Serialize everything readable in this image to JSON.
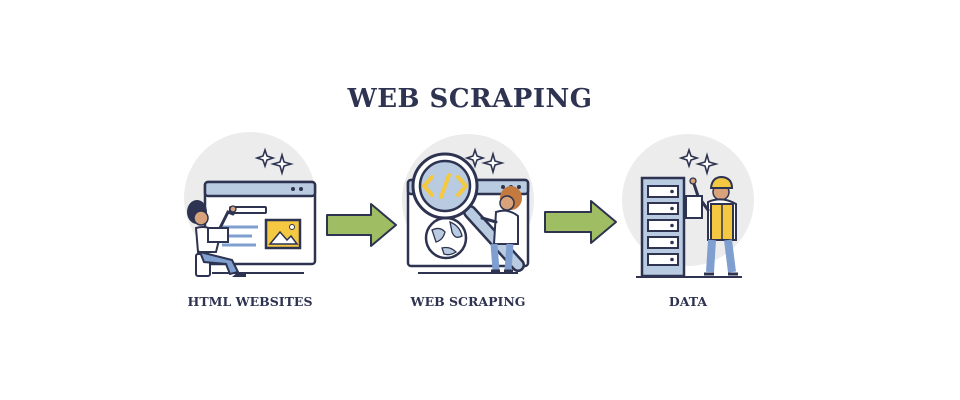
{
  "title": "WEB SCRAPING",
  "steps": [
    {
      "label": "HTML WEBSITES",
      "icon": "website-browser-icon"
    },
    {
      "label": "WEB SCRAPING",
      "icon": "magnifier-code-icon"
    },
    {
      "label": "DATA",
      "icon": "server-rack-icon"
    }
  ],
  "colors": {
    "ink": "#2d3350",
    "arrow_green": "#9fbe63",
    "accent_yellow": "#f5c842",
    "accent_blue": "#b9cbe0",
    "backdrop_gray": "#ececec"
  }
}
